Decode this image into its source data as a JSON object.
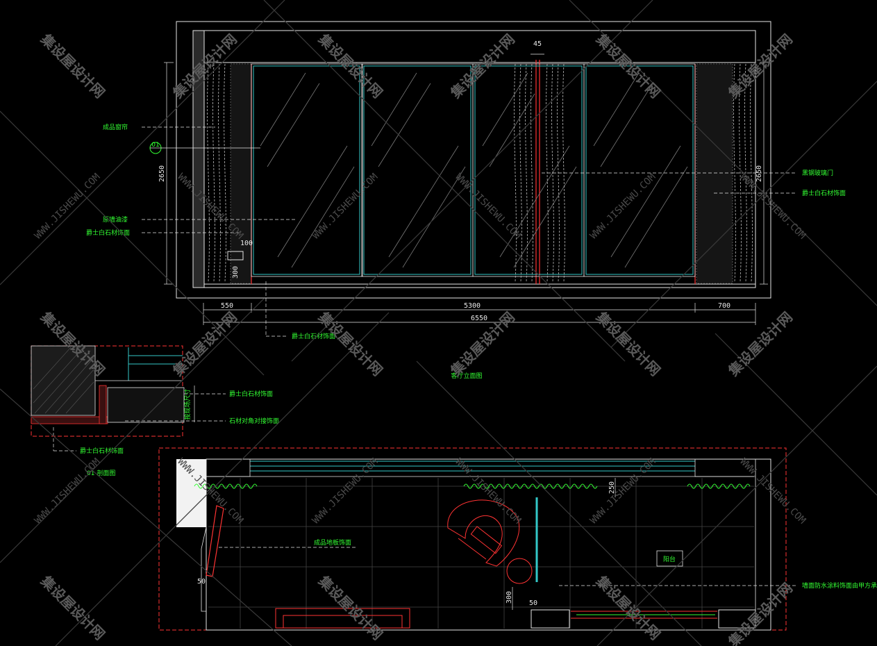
{
  "colors": {
    "background": "#000000",
    "outline": "#e6e6e6",
    "glass": "#33c9c9",
    "frame": "#ff3333",
    "label": "#33ff33",
    "grid": "#5a5a5a"
  },
  "elevation": {
    "labels": {
      "curtain": "成品窗帘",
      "wall_finish": "原墙油漆",
      "stone_left": "爵士白石材饰面",
      "railing": "黑钢玻璃门",
      "stone_right": "爵士白石材饰面",
      "stone_bottom": "爵士白石材饰面"
    },
    "dims": {
      "height_left": "2650",
      "height_right": "2650",
      "top_gap": "45",
      "left_seg": "550",
      "mid_seg": "5300",
      "right_seg": "700",
      "total": "6550",
      "small_100": "100",
      "small_300": "300"
    },
    "section_tag": "01",
    "caption": "客厅立面图"
  },
  "section": {
    "labels": {
      "stone_top": "爵士白石材饰面",
      "stone_joint": "石材对角对接饰面",
      "stone_bottom": "爵士白石材饰面",
      "vertical_note": "按现场尺寸"
    },
    "caption": "01 剖面图"
  },
  "plan": {
    "labels": {
      "floor": "成品地板饰面",
      "balcony": "阳台",
      "right_note": "墙面防水涂料饰面由甲方承建"
    },
    "dims": {
      "d250": "250",
      "d50a": "50",
      "d300": "300",
      "d50b": "50"
    }
  },
  "watermark": {
    "cn": "集设屋设计网",
    "en": "WWW.JISHEWU.COM"
  }
}
